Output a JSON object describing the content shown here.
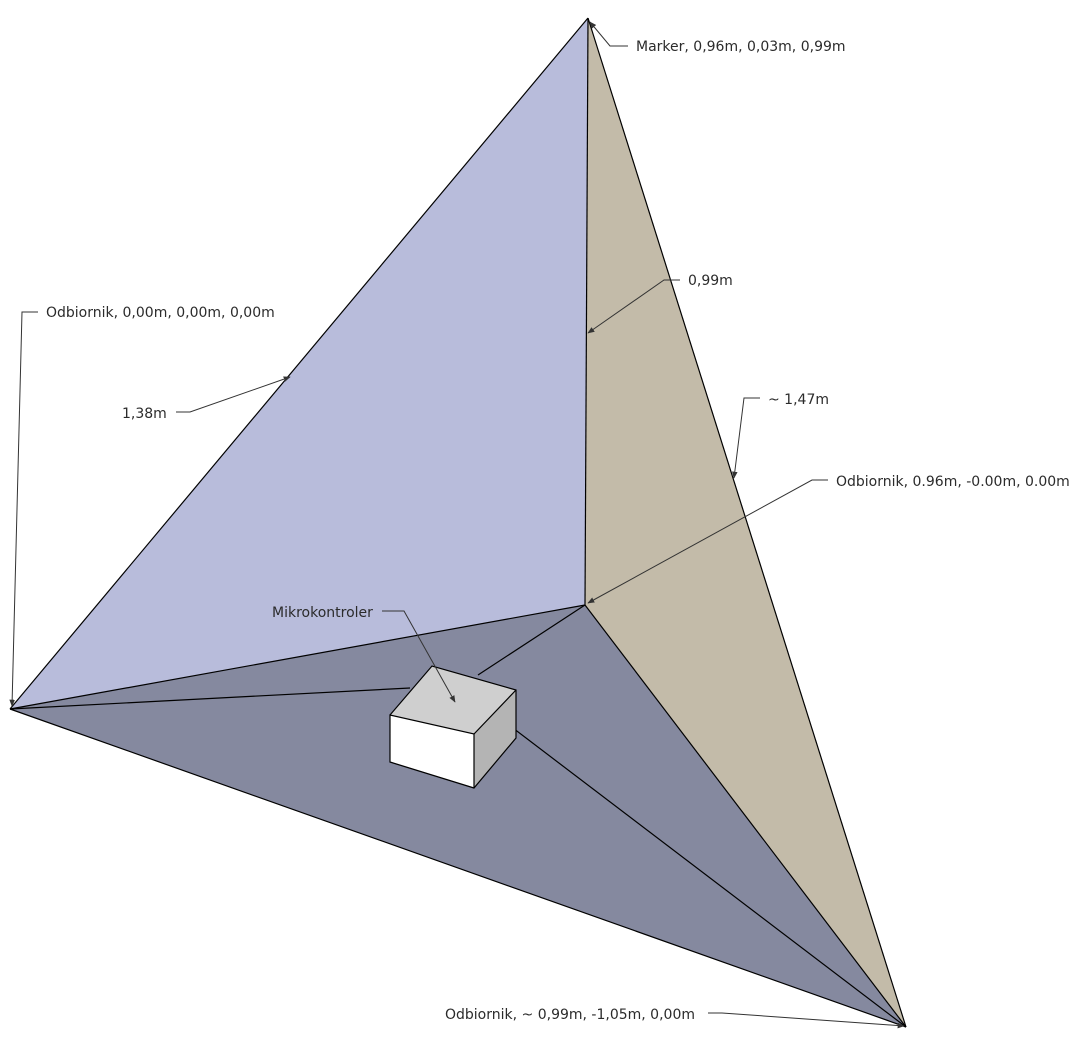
{
  "colors": {
    "face_left": "#b8bcdb",
    "face_right": "#c3bba9",
    "face_bottom": "#85899f",
    "box_top": "#cfcfcf",
    "box_front": "#ffffff",
    "box_side": "#b4b4b4"
  },
  "labels": {
    "marker": "Marker, 0,96m, 0,03m, 0,99m",
    "receiver_left": "Odbiornik, 0,00m, 0,00m, 0,00m",
    "receiver_right": "Odbiornik, 0.96m, -0.00m, 0.00m",
    "receiver_bottom": "Odbiornik, ~ 0,99m, -1,05m, 0,00m",
    "microcontroller": "Mikrokontroler",
    "dim_left_edge": "1,38m",
    "dim_vertical": "0,99m",
    "dim_right_edge": "~ 1,47m"
  }
}
